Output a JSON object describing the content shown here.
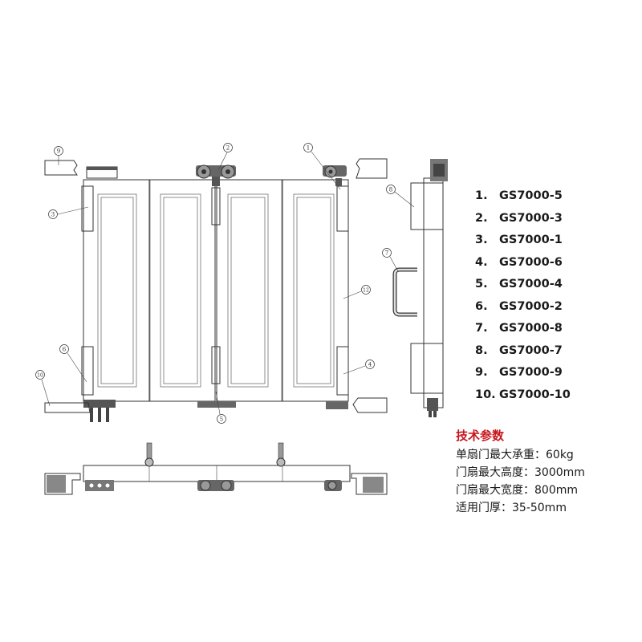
{
  "parts": [
    {
      "num": "1.",
      "code": "GS7000-5"
    },
    {
      "num": "2.",
      "code": "GS7000-3"
    },
    {
      "num": "3.",
      "code": "GS7000-1"
    },
    {
      "num": "4.",
      "code": "GS7000-6"
    },
    {
      "num": "5.",
      "code": "GS7000-4"
    },
    {
      "num": "6.",
      "code": "GS7000-2"
    },
    {
      "num": "7.",
      "code": "GS7000-8"
    },
    {
      "num": "8.",
      "code": "GS7000-7"
    },
    {
      "num": "9.",
      "code": "GS7000-9"
    },
    {
      "num": "10.",
      "code": "GS7000-10"
    }
  ],
  "specs": {
    "title": "技术参数",
    "rows": [
      "单扇门最大承重：60kg",
      "门扇最大高度：3000mm",
      "门扇最大宽度：800mm",
      "适用门厚：35-50mm"
    ]
  },
  "callouts": {
    "c1": "1",
    "c2": "2",
    "c3": "3",
    "c4": "4",
    "c5": "5",
    "c6": "6",
    "c7": "7",
    "c8": "8",
    "c9": "9",
    "c10": "10",
    "c12": "12"
  }
}
